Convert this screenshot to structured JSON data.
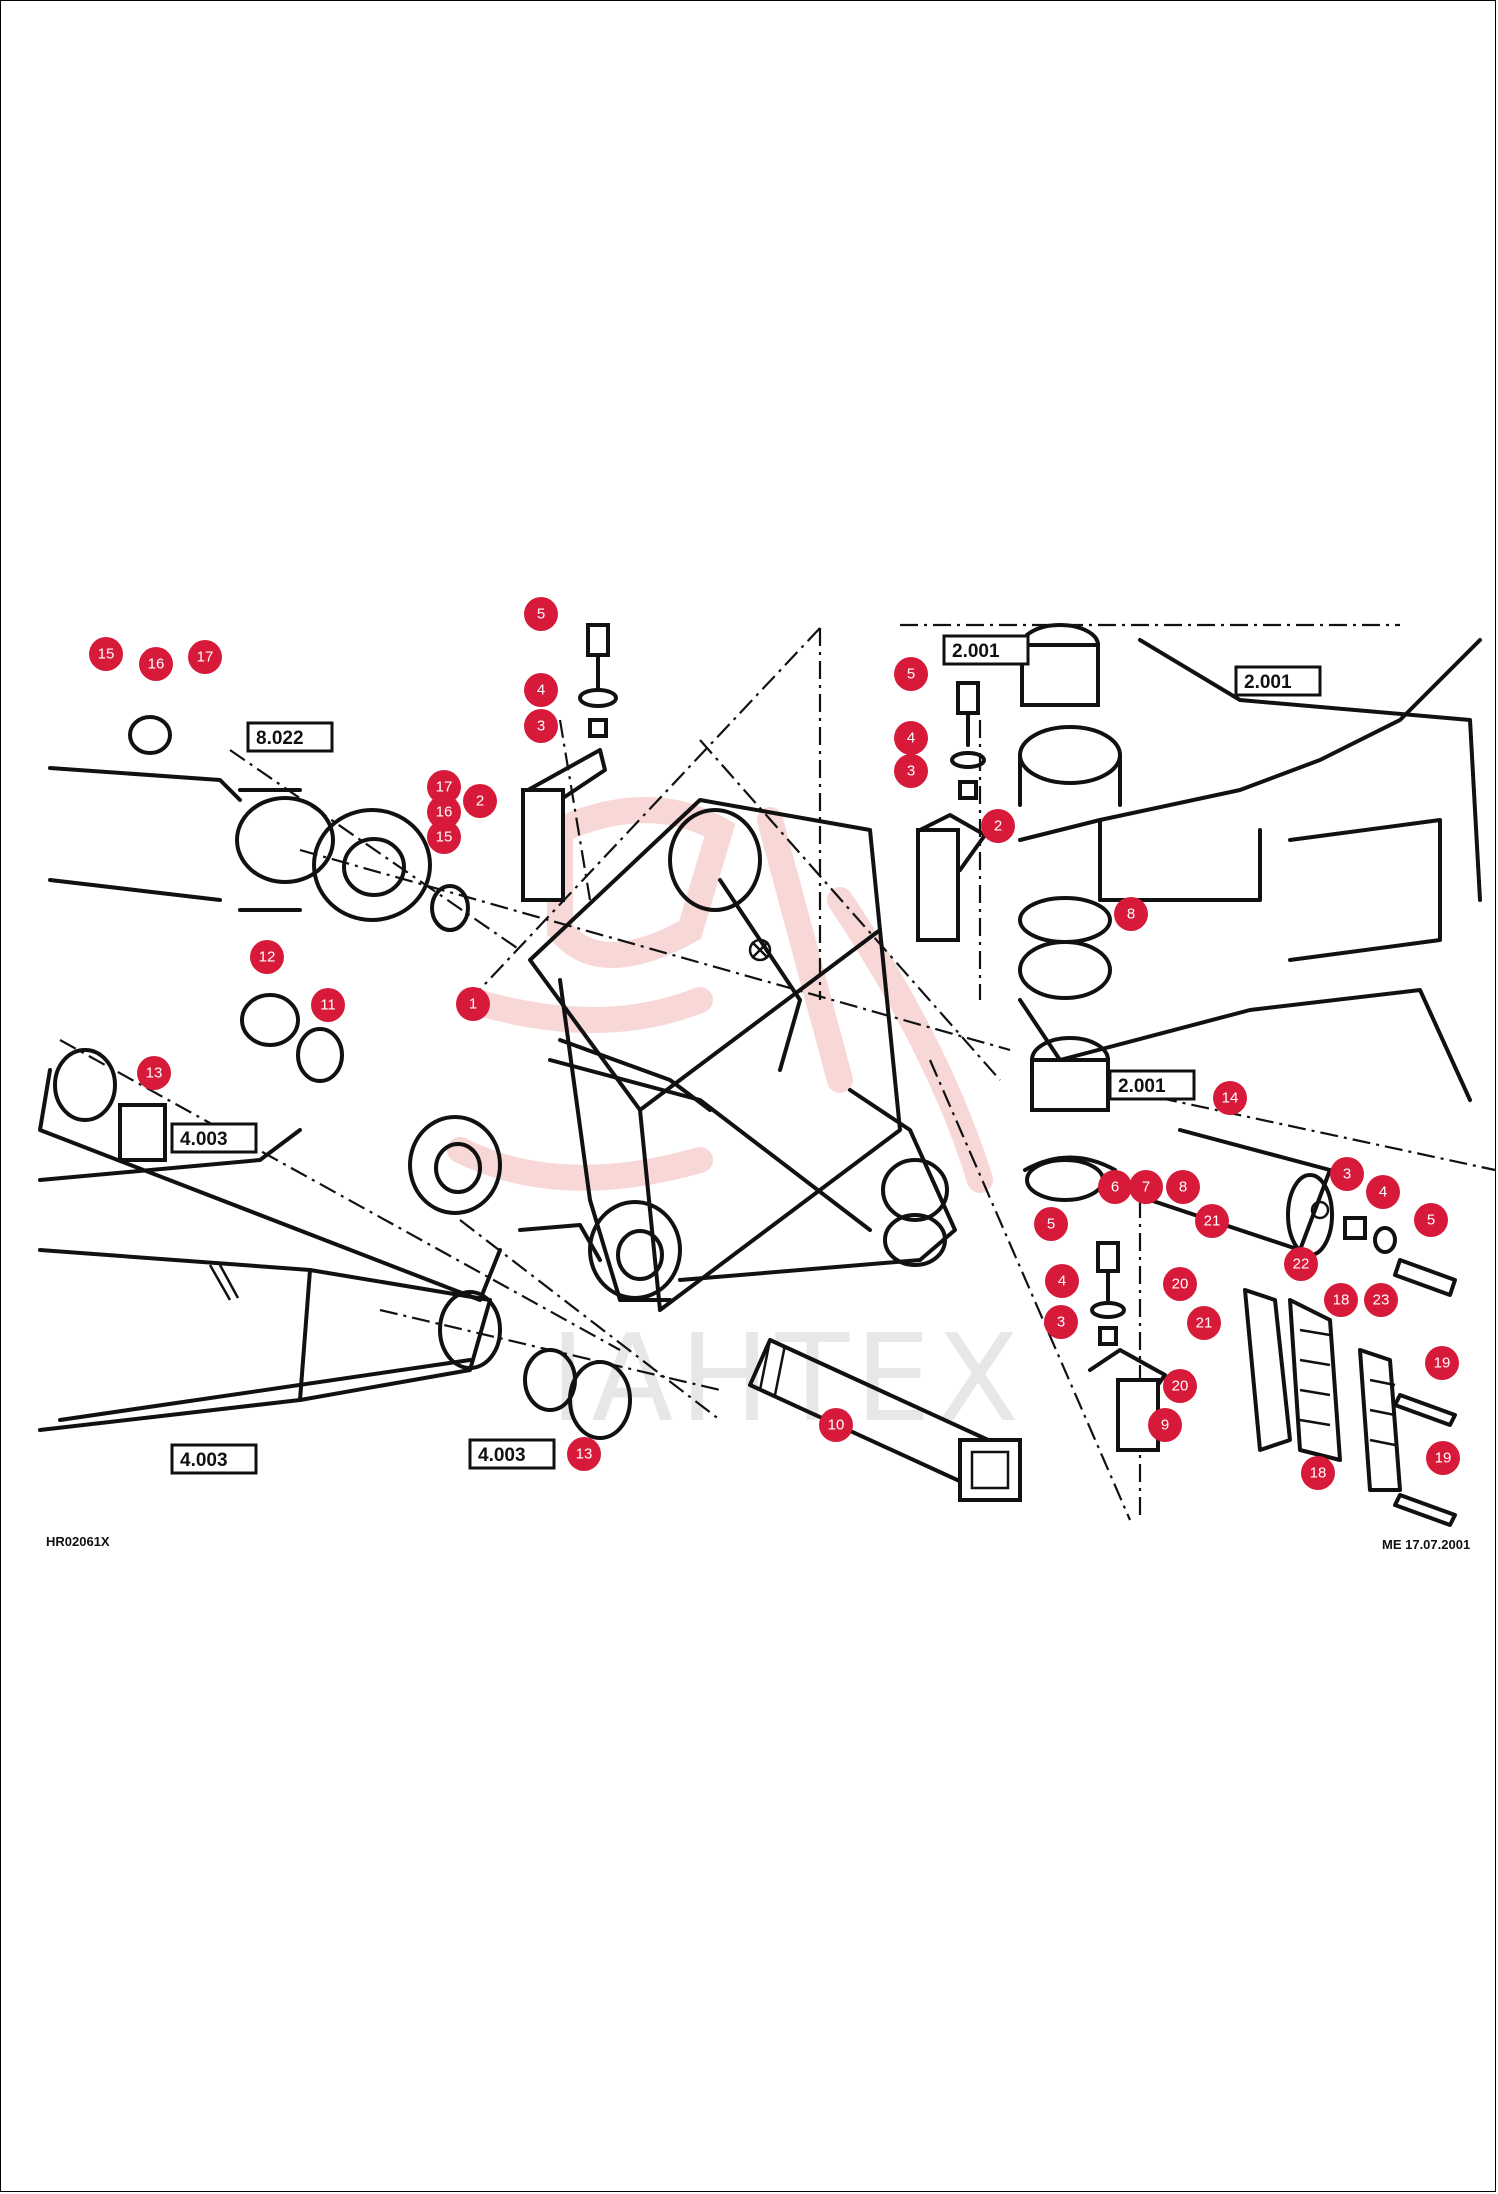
{
  "drawing_code": "HR02061X",
  "revision_stamp": "ME 17.07.2001",
  "watermark_text": "ІАНТЕХ",
  "colors": {
    "badge": "#d7193a",
    "lines": "#111111",
    "watermark": "#f3b7b7"
  },
  "reference_boxes": [
    "8.022",
    "2.001",
    "2.001",
    "2.001",
    "4.003",
    "4.003",
    "4.003"
  ],
  "callouts": [
    "15",
    "16",
    "17",
    "5",
    "4",
    "3",
    "17",
    "16",
    "15",
    "2",
    "12",
    "11",
    "1",
    "13",
    "5",
    "4",
    "3",
    "2",
    "8",
    "14",
    "3",
    "4",
    "5",
    "6",
    "7",
    "8",
    "21",
    "20",
    "22",
    "18",
    "23",
    "21",
    "20",
    "19",
    "9",
    "5",
    "4",
    "3",
    "10",
    "13",
    "18",
    "19"
  ]
}
